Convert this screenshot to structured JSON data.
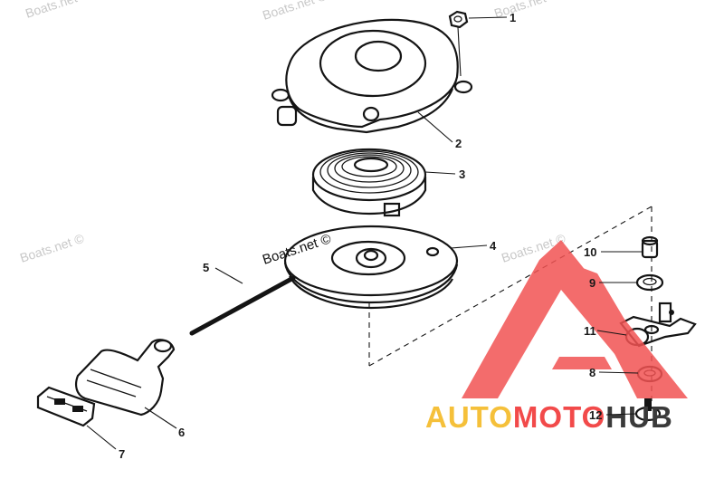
{
  "watermark": {
    "text": "Boats.net ©",
    "dark_text": "Boats.net ©"
  },
  "brand": {
    "part1": "AUTO",
    "part2": "MOTO",
    "part3": "HUB",
    "color_yellow": "#f5c03a",
    "color_red": "#f24a4a",
    "color_dark": "#3a3a3a"
  },
  "callouts": [
    "1",
    "2",
    "3",
    "4",
    "5",
    "6",
    "7",
    "8",
    "9",
    "10",
    "11",
    "12"
  ]
}
